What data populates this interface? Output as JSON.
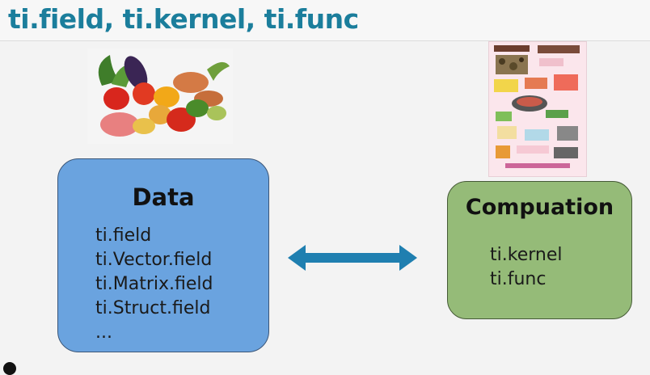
{
  "slide": {
    "title": "ti.field, ti.kernel, ti.func"
  },
  "data_box": {
    "heading": "Data",
    "items": [
      "ti.field",
      "ti.Vector.field",
      "ti.Matrix.field",
      "ti.Struct.field",
      "..."
    ]
  },
  "computation_box": {
    "heading": "Compuation",
    "items": [
      "ti.kernel",
      "ti.func"
    ]
  },
  "colors": {
    "title": "#1b7e9c",
    "data_box": "#6aa3df",
    "computation_box": "#95bb78",
    "arrow": "#1f7fb0"
  },
  "images": {
    "left": "vegetables-illustration",
    "right": "breakfast-recipe-illustration"
  }
}
